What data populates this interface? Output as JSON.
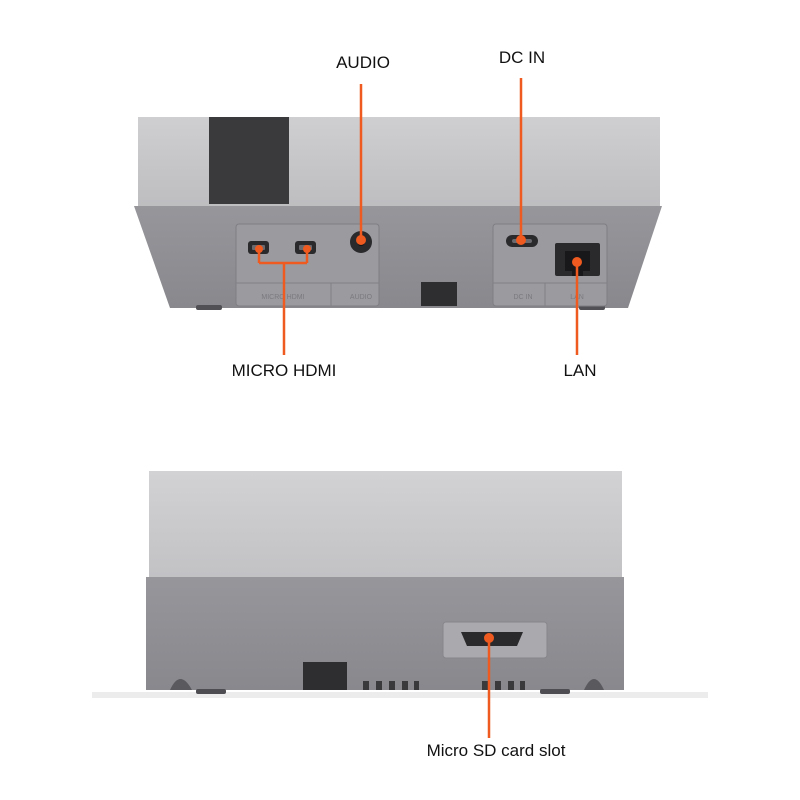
{
  "callouts": {
    "audio": "AUDIO",
    "dc_in": "DC IN",
    "micro_hdmi": "MICRO HDMI",
    "lan": "LAN",
    "micro_sd": "Micro SD card slot"
  },
  "embossed": {
    "micro_hdmi": "MICRO HDMI",
    "audio": "AUDIO",
    "dc_in": "DC IN",
    "lan": "LAN"
  },
  "colors": {
    "accent": "#ee5a1f",
    "top_shell": "#c7c7c9",
    "body_shell": "#8f8f94",
    "dark_panel": "#3a3a3c"
  }
}
